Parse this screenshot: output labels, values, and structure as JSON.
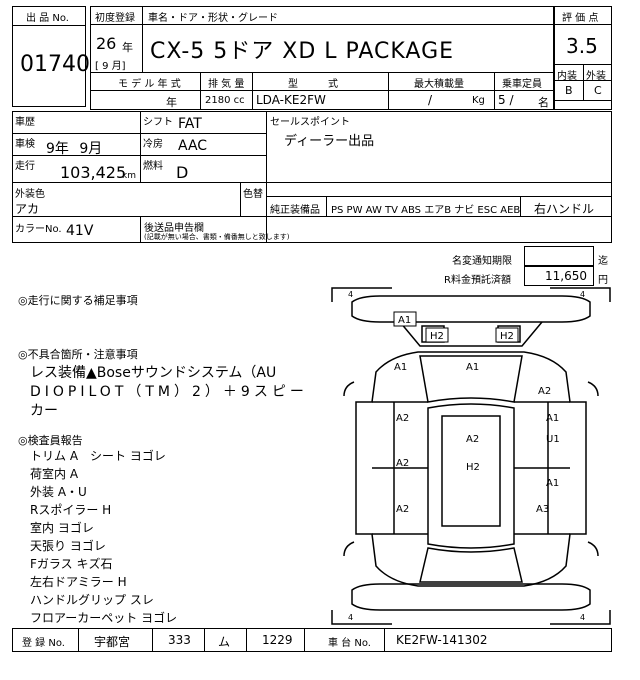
{
  "header": {
    "lot_label": "出 品 No.",
    "lot_number": "01740",
    "first_reg_label": "初度登録",
    "name_label": "車名・ドア・形状・グレード",
    "year": "26",
    "year_unit": "年",
    "month_text": "[ 9 月]",
    "model_name": "CX-5 5ドア XD L PACKAGE",
    "grade_label": "評 価 点",
    "grade": "3.5",
    "interior_label": "内装",
    "exterior_label": "外装",
    "interior_grade": "B",
    "exterior_grade": "C"
  },
  "spec_row": {
    "model_year_label": "モ デ ル 年 式",
    "model_year_unit": "年",
    "displacement_label": "排 気 量",
    "displacement": "2180 cc",
    "type_label": "型　　　式",
    "type": "LDA-KE2FW",
    "load_label": "最大積載量",
    "load_sep": "/",
    "load_unit": "Kg",
    "capacity_label": "乗車定員",
    "capacity": "5 /",
    "capacity_unit": "名"
  },
  "info": {
    "history_label": "車歴",
    "shift_label": "シフト",
    "shift": "FAT",
    "inspection_label": "車検",
    "inspection": "9年 9月",
    "ac_label": "冷房",
    "ac": "AAC",
    "mileage_label": "走行",
    "mileage": "103,425",
    "mileage_unit": "km",
    "fuel_label": "燃料",
    "fuel": "D",
    "sales_point_label": "セールスポイント",
    "sales_point": "ディーラー出品",
    "ext_color_label": "外装色",
    "ext_color": "アカ",
    "color_change_label": "色替",
    "equipment_label": "純正装備品",
    "equipment": "PS PW AW TV ABS エアB ナビ ESC AEB",
    "steering": "右ハンドル",
    "color_no_label": "カラーNo.",
    "color_no": "41V",
    "retrofit_label": "後送品申告欄",
    "retrofit_note": "(記載が無い場合、書類・備番無しと致します)"
  },
  "deadline": {
    "name_change_label": "名変通知期限",
    "name_change_unit": "迄",
    "recycle_label": "R料金預託済額",
    "recycle_amount": "11,650",
    "recycle_unit": "円"
  },
  "notes": {
    "driving_title": "◎走行に関する補足事項",
    "defects_title": "◎不具合箇所・注意事項",
    "defects_line1": "レス装備▲Boseサウンドシステム（AU",
    "defects_line2": "DIOPILOT（TM）2）＋9スピー",
    "defects_line3": "カー",
    "inspector_title": "◎検査員報告",
    "inspector_items": [
      "トリム A　シート ヨゴレ",
      "荷室内 A",
      "外装 A・U",
      "Rスポイラー H",
      "室内 ヨゴレ",
      "天張り ヨゴレ",
      "Fガラス キズ石",
      "左右ドアミラー H",
      "ハンドルグリップ スレ",
      "フロアーカーペット ヨゴレ"
    ]
  },
  "diagram": {
    "corner_label": "4",
    "marks": [
      "A1",
      "H2",
      "H2",
      "A1",
      "A1",
      "A2",
      "A2",
      "A2",
      "A1",
      "A2",
      "U1",
      "A2",
      "H2",
      "A1",
      "A3"
    ]
  },
  "footer": {
    "reg_label": "登 録 No.",
    "reg_city": "宇都宮",
    "reg_class": "333",
    "reg_kana": "ム",
    "reg_number": "1229",
    "chassis_label": "車 台 No.",
    "chassis_number": "KE2FW-141302"
  }
}
